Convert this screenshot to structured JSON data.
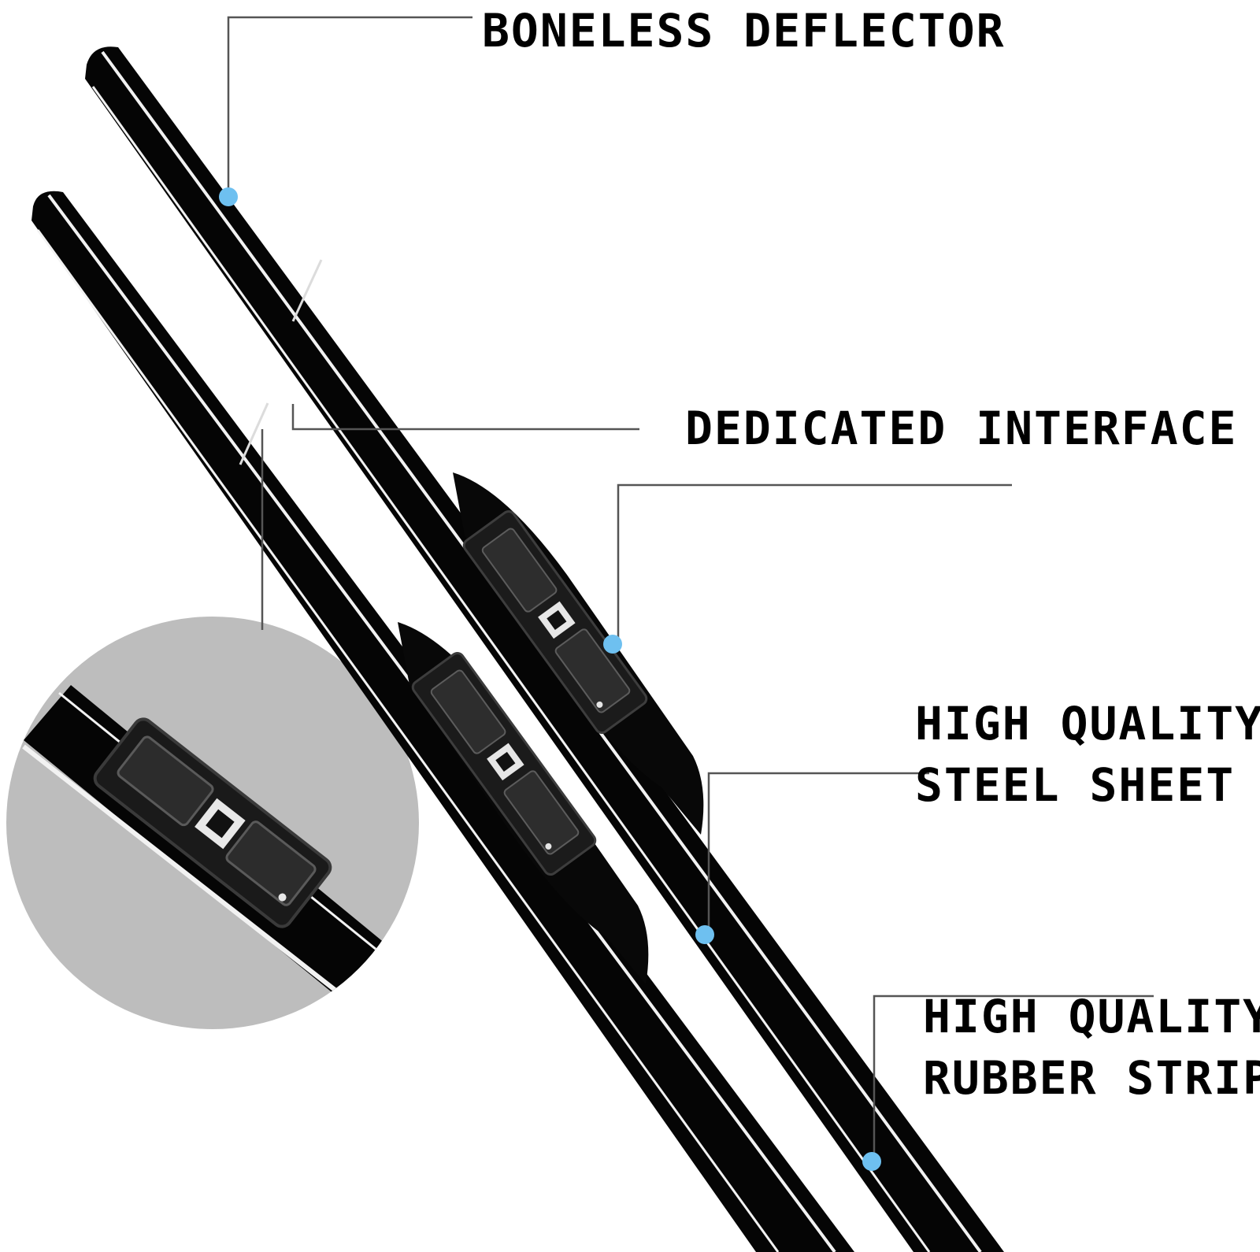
{
  "callouts": [
    {
      "id": "boneless-deflector",
      "lines": [
        "BONELESS DEFLECTOR"
      ]
    },
    {
      "id": "dedicated-interface",
      "lines": [
        "DEDICATED INTERFACE"
      ]
    },
    {
      "id": "steel-sheet",
      "lines": [
        "HIGH QUALITY",
        "STEEL SHEET"
      ]
    },
    {
      "id": "rubber-strip",
      "lines": [
        "HIGH QUALITY",
        "RUBBER STRIP"
      ]
    }
  ],
  "colors": {
    "background": "#ffffff",
    "blade": "#050505",
    "highlight": "#f2f2f2",
    "leader_line": "#555555",
    "marker": "#6ec0f0",
    "zoom_circle": "#bdbdbd"
  },
  "icons": {
    "blade": "wiper-blade-icon",
    "marker": "callout-dot-icon",
    "zoom": "magnifier-circle-icon"
  }
}
